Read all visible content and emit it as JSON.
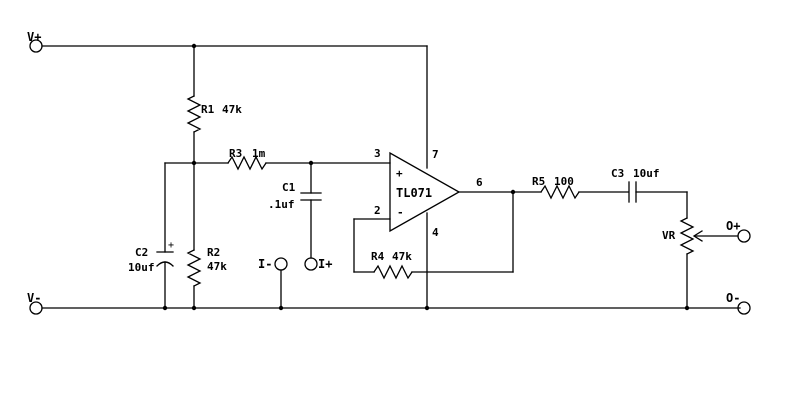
{
  "terminals": {
    "v_plus": "V+",
    "v_minus": "V-",
    "i_minus": "I-",
    "i_plus": "I+",
    "o_plus": "O+",
    "o_minus": "O-"
  },
  "opamp": {
    "name": "TL071",
    "pin_noninv": "3",
    "pin_inv": "2",
    "pin_out": "6",
    "pin_vplus": "7",
    "pin_vminus": "4",
    "sign_plus": "+",
    "sign_minus": "-"
  },
  "components": {
    "r1": {
      "name": "R1",
      "value": "47k"
    },
    "r2": {
      "name": "R2",
      "value": "47k"
    },
    "r3": {
      "name": "R3",
      "value": "1m"
    },
    "r4": {
      "name": "R4",
      "value": "47k"
    },
    "r5": {
      "name": "R5",
      "value": "100"
    },
    "c1": {
      "name": "C1",
      "value": ".1uf"
    },
    "c2": {
      "name": "C2",
      "value": "10uf",
      "polarity": "+"
    },
    "c3": {
      "name": "C3",
      "value": "10uf"
    },
    "vr": {
      "name": "VR"
    }
  }
}
